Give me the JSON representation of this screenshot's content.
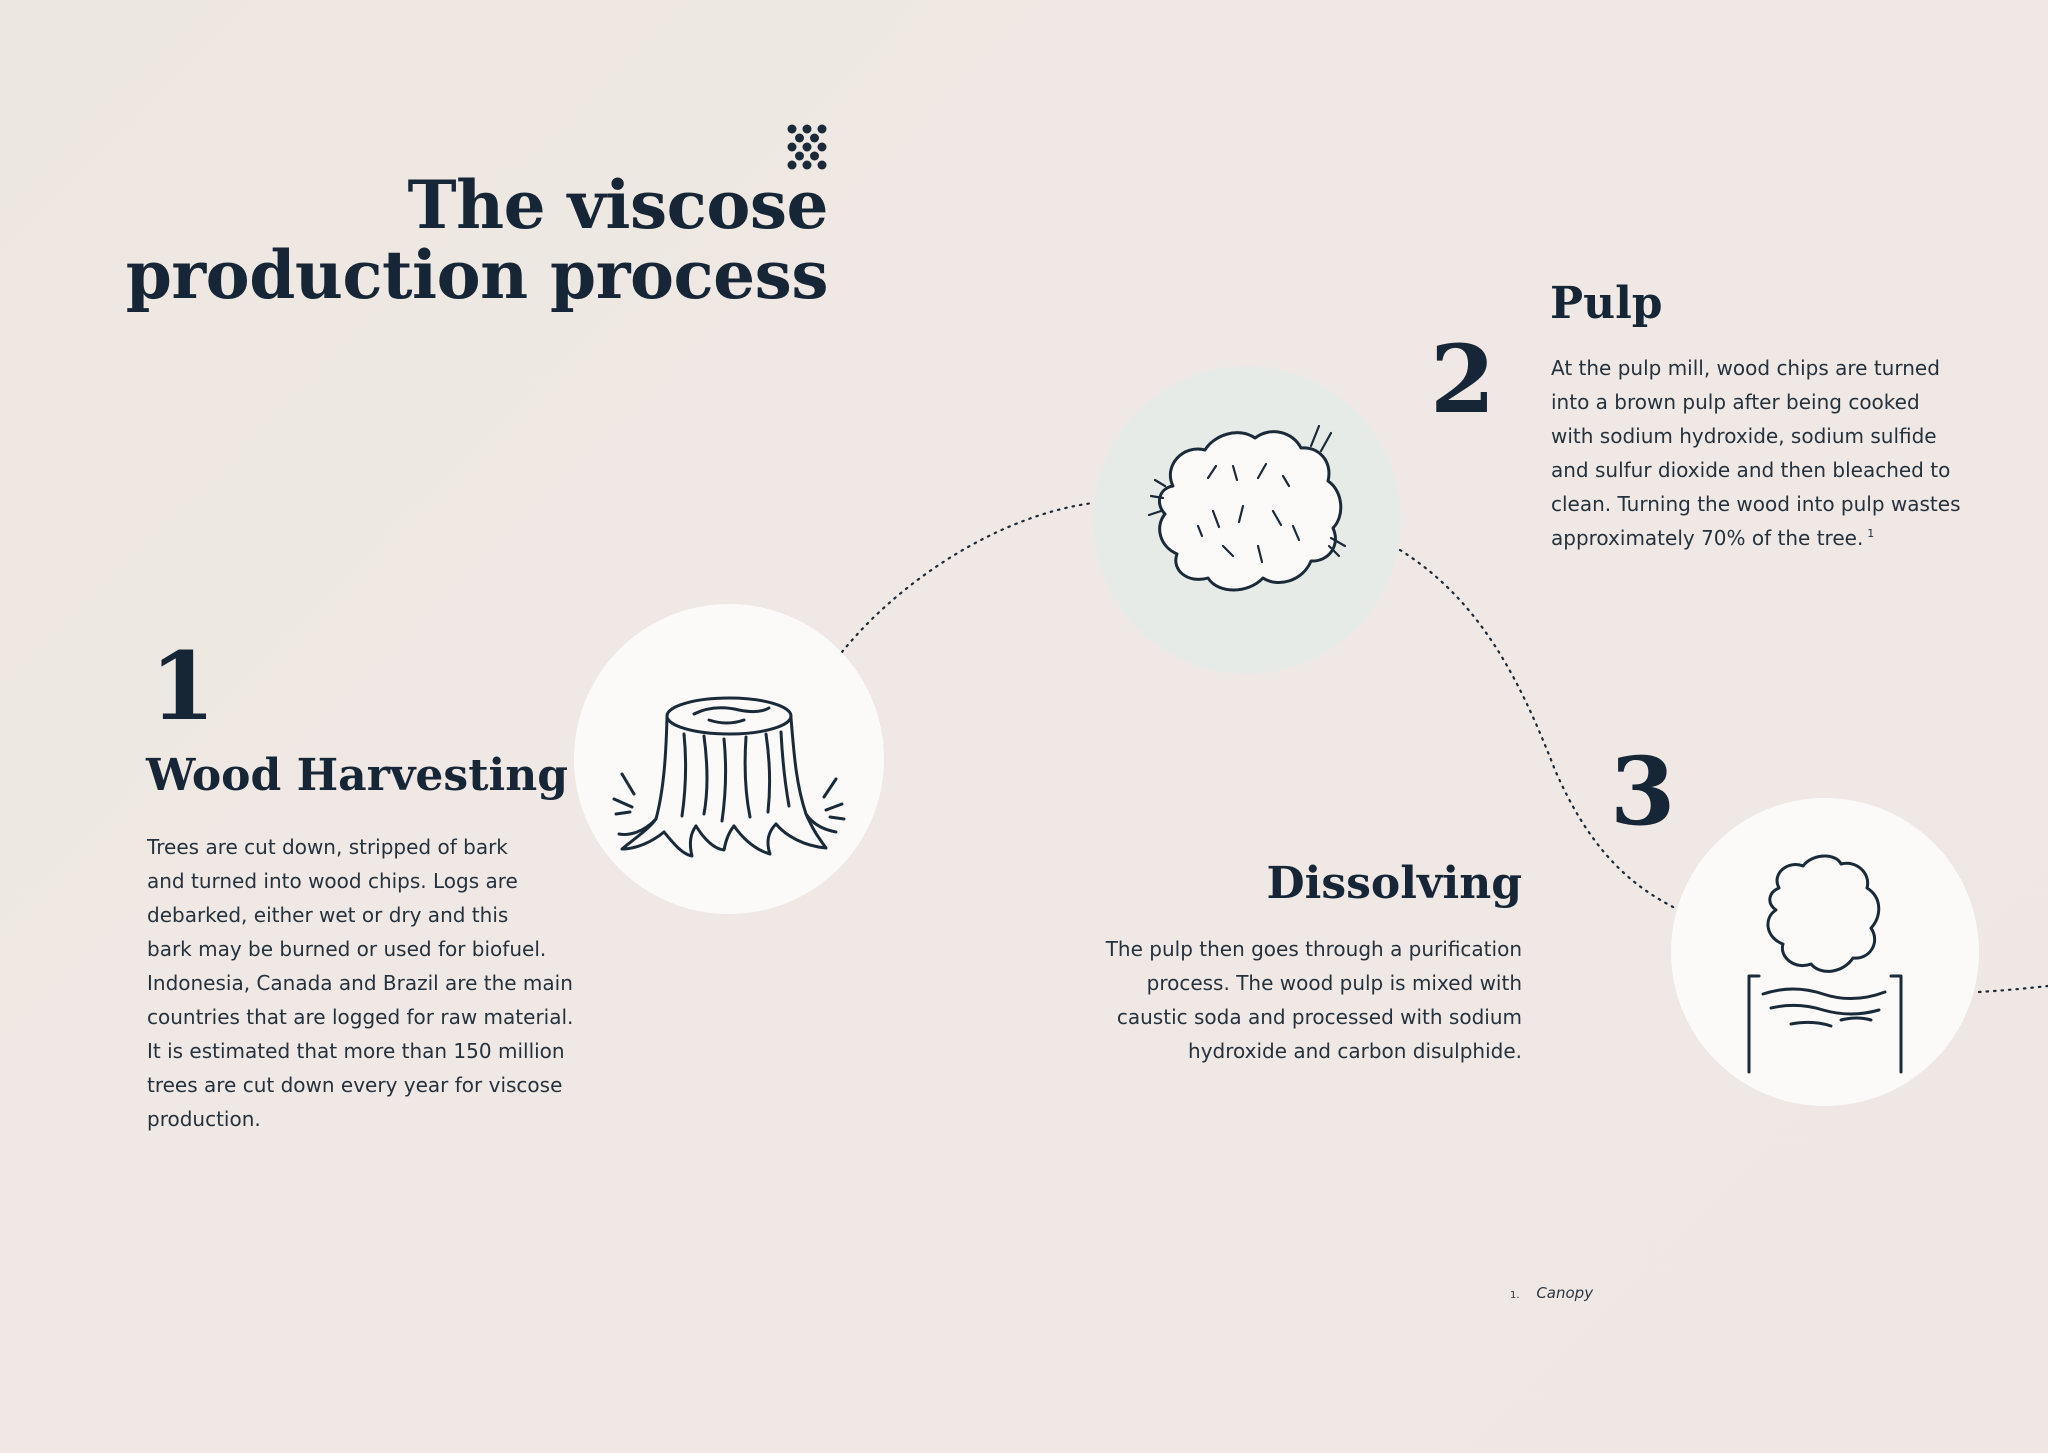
{
  "title": {
    "line1": "The viscose",
    "line2": "production process"
  },
  "steps": [
    {
      "number": "1",
      "heading": "Wood Harvesting",
      "body_lines": [
        "Trees are cut down, stripped of bark",
        "and turned into wood chips.  Logs are",
        "debarked, either wet or dry and this",
        "bark may be burned or used for biofuel.",
        "Indonesia, Canada and Brazil are the main",
        "countries that are logged for raw material.",
        "It is estimated that more than 150 million",
        "trees are cut down every year for viscose",
        "production."
      ],
      "illustration": "tree-stump-icon"
    },
    {
      "number": "2",
      "heading": "Pulp",
      "body_lines": [
        "At the pulp mill, wood chips are turned",
        "into a brown pulp after being cooked",
        "with sodium hydroxide, sodium sulfide",
        "and sulfur dioxide and then bleached to",
        "clean.  Turning the wood into pulp wastes",
        "approximately 70% of the tree."
      ],
      "footnote_ref": "1",
      "illustration": "pulp-clump-icon"
    },
    {
      "number": "3",
      "heading": "Dissolving",
      "body_lines": [
        "The pulp then goes through a purification",
        "process. The wood pulp is mixed with",
        "caustic soda and processed with sodium",
        "hydroxide and carbon disulphide."
      ],
      "illustration": "dissolving-vat-icon"
    }
  ],
  "footnote": {
    "number": "1.",
    "text": "Canopy"
  },
  "colors": {
    "ink": "#172636",
    "background": "#efe8e4",
    "circle_light": "#fbfaf9",
    "circle_mint": "#e7ebe8"
  }
}
